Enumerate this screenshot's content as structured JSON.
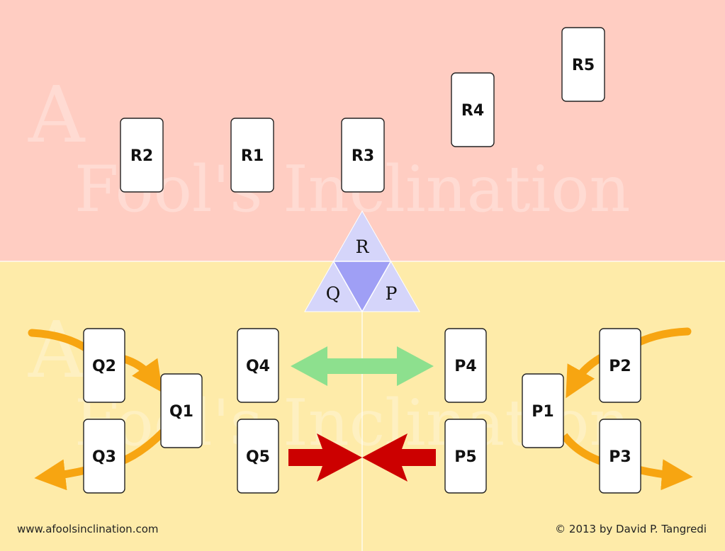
{
  "cards": {
    "R1": "R1",
    "R2": "R2",
    "R3": "R3",
    "R4": "R4",
    "R5": "R5",
    "Q1": "Q1",
    "Q2": "Q2",
    "Q3": "Q3",
    "Q4": "Q4",
    "Q5": "Q5",
    "P1": "P1",
    "P2": "P2",
    "P3": "P3",
    "P4": "P4",
    "P5": "P5"
  },
  "triangle": {
    "top": "R",
    "left": "Q",
    "right": "P"
  },
  "watermark": {
    "large": "A",
    "line": "Fool's Inclination"
  },
  "footer": {
    "website": "www.afoolsinclination.com",
    "copyright": "© 2013 by David P. Tangredi"
  },
  "colors": {
    "top_region": "#ffcdc2",
    "bottom_region": "#feeba9",
    "triangle_light": "#d5d5fa",
    "triangle_dark": "#9f9ff5",
    "orange_arrow": "#f7a511",
    "green_arrow": "#8de08e",
    "red_arrow": "#cc0000"
  }
}
